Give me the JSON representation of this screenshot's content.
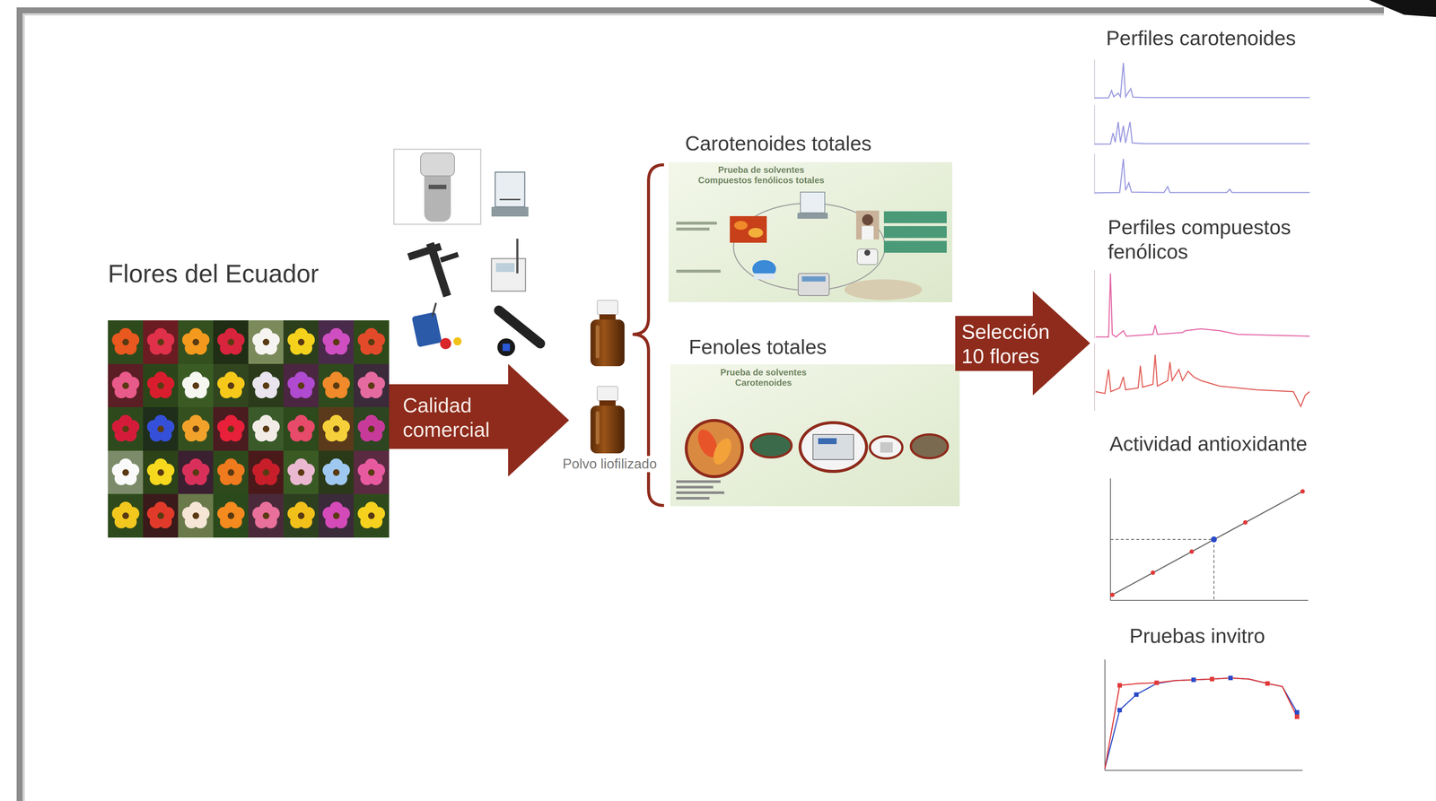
{
  "diagram": {
    "nodes": [
      {
        "text": [
          "Flores del Ecuador"
        ]
      },
      {
        "text": [
          "Calidad comercial"
        ]
      },
      {
        "text": [
          "Polvo liofilizado"
        ]
      },
      {
        "text": [
          "Carotenoides totales"
        ]
      },
      {
        "text": [
          "Fenoles totales"
        ]
      },
      {
        "text": [
          "Selección 10 flores"
        ]
      },
      {
        "text": [
          "Perfiles carotenoides"
        ]
      },
      {
        "text": [
          "Perfiles compuestos fenólicos"
        ]
      },
      {
        "text": [
          "Actividad antioxidante"
        ]
      },
      {
        "text": [
          "Pruebas invitro"
        ]
      }
    ],
    "labels": [
      "Prueba de solventes",
      "Compuestos fenólicos totales",
      "Prueba de solventes",
      "Carotenoides"
    ]
  }
}
